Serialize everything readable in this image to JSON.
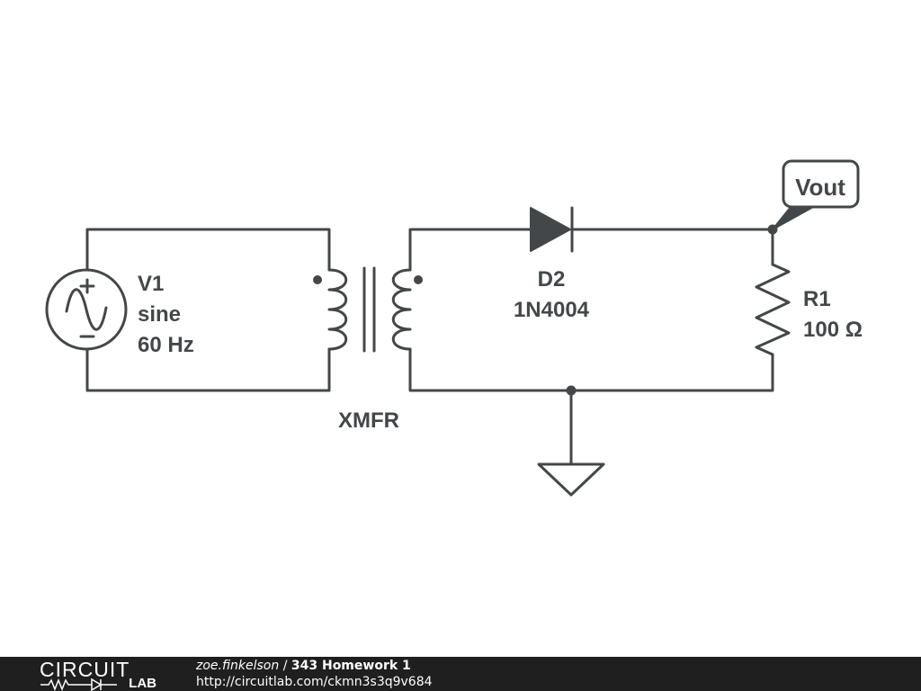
{
  "components": {
    "source": {
      "name": "V1",
      "type": "sine",
      "frequency": "60 Hz"
    },
    "transformer": {
      "name": "XMFR"
    },
    "diode": {
      "name": "D2",
      "part": "1N4004"
    },
    "resistor": {
      "name": "R1",
      "value": "100 Ω"
    },
    "probe": {
      "label": "Vout"
    }
  },
  "footer": {
    "logo_top": "CIRCUIT",
    "logo_bottom": "LAB",
    "author": "zoe.finkelson",
    "separator": " / ",
    "title": "343 Homework 1",
    "url": "http://circuitlab.com/ckmn3s3q9v684"
  },
  "colors": {
    "line": "#444749",
    "footer_bg": "#1f1f1f",
    "footer_text": "#ffffff"
  }
}
